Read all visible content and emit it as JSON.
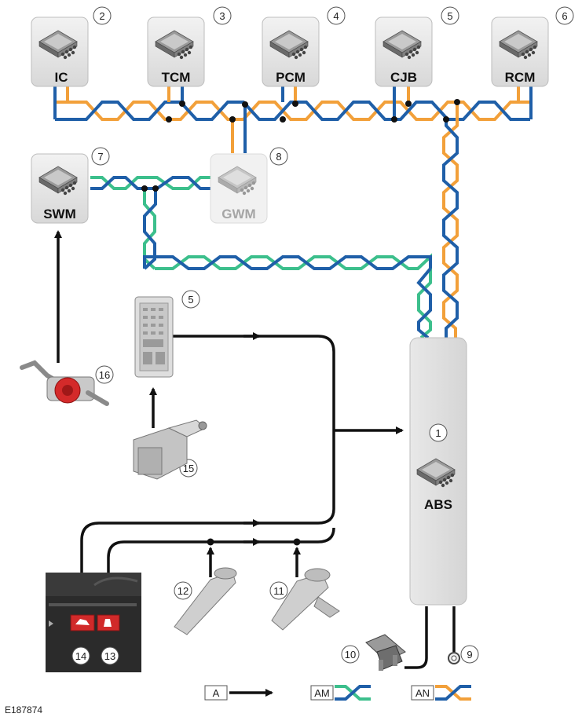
{
  "modules": {
    "ic": {
      "label": "IC",
      "num": "2"
    },
    "tcm": {
      "label": "TCM",
      "num": "3"
    },
    "pcm": {
      "label": "PCM",
      "num": "4"
    },
    "cjb": {
      "label": "CJB",
      "num": "5"
    },
    "rcm": {
      "label": "RCM",
      "num": "6"
    },
    "swm": {
      "label": "SWM",
      "num": "7"
    },
    "gwm": {
      "label": "GWM",
      "num": "8"
    },
    "abs": {
      "label": "ABS",
      "num": "1"
    }
  },
  "components": {
    "cjb_fusebox": "5",
    "ground": "9",
    "fuse": "10",
    "wheel_speed_sensor_right": "11",
    "wheel_speed_sensor_left": "12",
    "switch_13": "13",
    "switch_14": "14",
    "brake_switch": "15",
    "steering_column_module": "16"
  },
  "legend": {
    "a": "A",
    "am": "AM",
    "an": "AN"
  },
  "figure_id": "E187874",
  "colors": {
    "blue": "#1f5fa8",
    "orange": "#f2a03a",
    "green": "#3cbf8c",
    "black": "#111111",
    "module_fill": "#e6e6e6"
  }
}
